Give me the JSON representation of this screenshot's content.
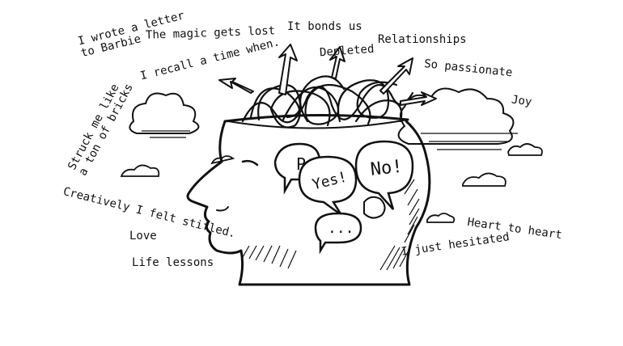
{
  "phrases": {
    "wrote_letter_1": "I wrote a letter",
    "wrote_letter_2": "to Barbie",
    "magic": "The magic gets lost",
    "recall": "I recall a time when.",
    "bonds": "It bonds us",
    "depleted": "Depleted",
    "relationships": "Relationships",
    "passionate": "So passionate",
    "joy": "Joy",
    "struck_1": "Struck me like",
    "struck_2": "a ton of bricks",
    "creatively": "Creatively I felt stifled.",
    "love": "Love",
    "life_lessons": "Life lessons",
    "heart": "Heart to heart",
    "hesitated": "I just hesitated"
  },
  "bubbles": {
    "yes": "Yes!",
    "no": "No!",
    "p": "P",
    "dots": "..."
  },
  "colors": {
    "ink": "#111111",
    "background": "#ffffff"
  }
}
